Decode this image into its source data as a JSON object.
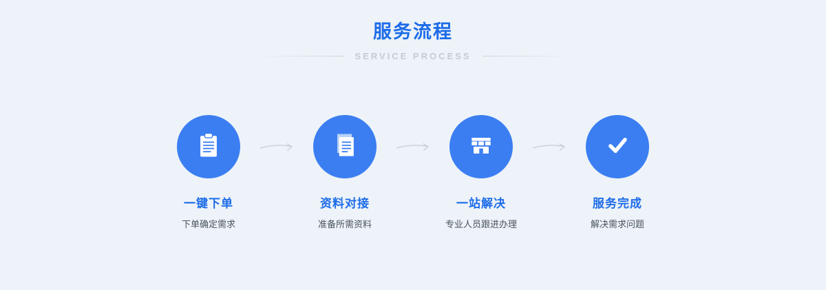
{
  "section": {
    "title": "服务流程",
    "subtitle": "SERVICE PROCESS"
  },
  "steps": [
    {
      "icon": "clipboard-icon",
      "label": "一键下单",
      "desc": "下单确定需求"
    },
    {
      "icon": "documents-icon",
      "label": "资料对接",
      "desc": "准备所需资料"
    },
    {
      "icon": "storefront-icon",
      "label": "一站解决",
      "desc": "专业人员跟进办理"
    },
    {
      "icon": "check-icon",
      "label": "服务完成",
      "desc": "解决需求问题"
    }
  ],
  "colors": {
    "background": "#edf3f8",
    "accent_blue": "#1d6ce8",
    "circle_blue": "#3b7ef2",
    "subtitle_gray": "#c3ccd4",
    "desc_gray": "#4a545e",
    "arrow_gray": "#c7d1d9"
  }
}
